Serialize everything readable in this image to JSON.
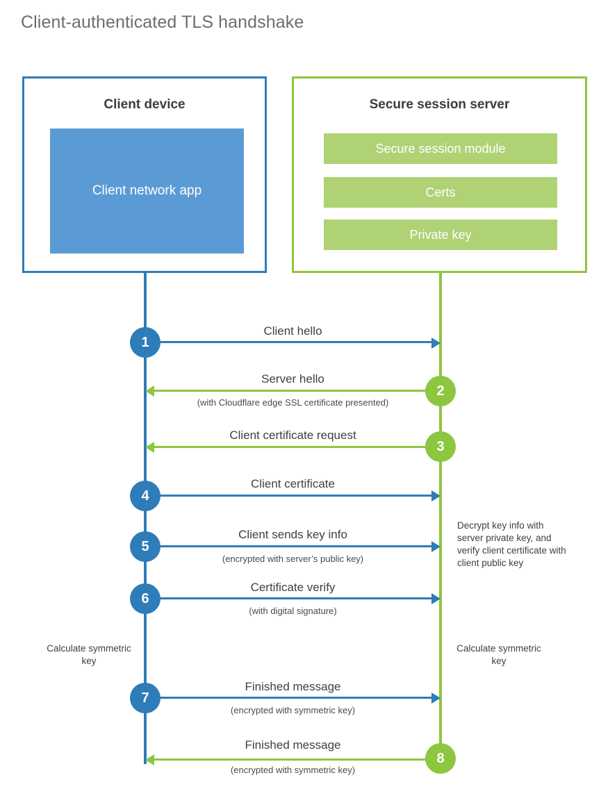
{
  "page": {
    "title": "Client-authenticated TLS handshake"
  },
  "colors": {
    "client_blue": "#2E7CB8",
    "client_app_fill": "#5B9BD5",
    "server_green": "#8DC63F",
    "server_bar_fill": "#AFD275",
    "title_grey": "#6d6d6d",
    "text_grey": "#3f3f3f"
  },
  "actors": {
    "client": {
      "title": "Client device",
      "block_label": "Client network app"
    },
    "server": {
      "title": "Secure session server",
      "bars": [
        {
          "label": "Secure session module"
        },
        {
          "label": "Certs"
        },
        {
          "label": "Private key"
        }
      ]
    }
  },
  "steps": [
    {
      "number": "1",
      "label": "Client hello",
      "sub": "",
      "direction": "right",
      "color": "blue"
    },
    {
      "number": "2",
      "label": "Server hello",
      "sub": "(with Cloudflare edge SSL certificate presented)",
      "direction": "left",
      "color": "green"
    },
    {
      "number": "3",
      "label": "Client certificate request",
      "sub": "",
      "direction": "left",
      "color": "green"
    },
    {
      "number": "4",
      "label": "Client certificate",
      "sub": "",
      "direction": "right",
      "color": "blue"
    },
    {
      "number": "5",
      "label": "Client sends key info",
      "sub": "(encrypted with server’s public key)",
      "direction": "right",
      "color": "blue"
    },
    {
      "number": "6",
      "label": "Certificate verify",
      "sub": "(with digital signature)",
      "direction": "right",
      "color": "blue"
    },
    {
      "number": "7",
      "label": "Finished message",
      "sub": "(encrypted with symmetric key)",
      "direction": "right",
      "color": "blue"
    },
    {
      "number": "8",
      "label": "Finished message",
      "sub": "(encrypted with symmetric key)",
      "direction": "left",
      "color": "green"
    }
  ],
  "notes": {
    "server_decrypt": "Decrypt key info with server private key, and verify client certificate with client public key",
    "client_calc": "Calculate symmetric key",
    "server_calc": "Calculate symmetric key"
  }
}
